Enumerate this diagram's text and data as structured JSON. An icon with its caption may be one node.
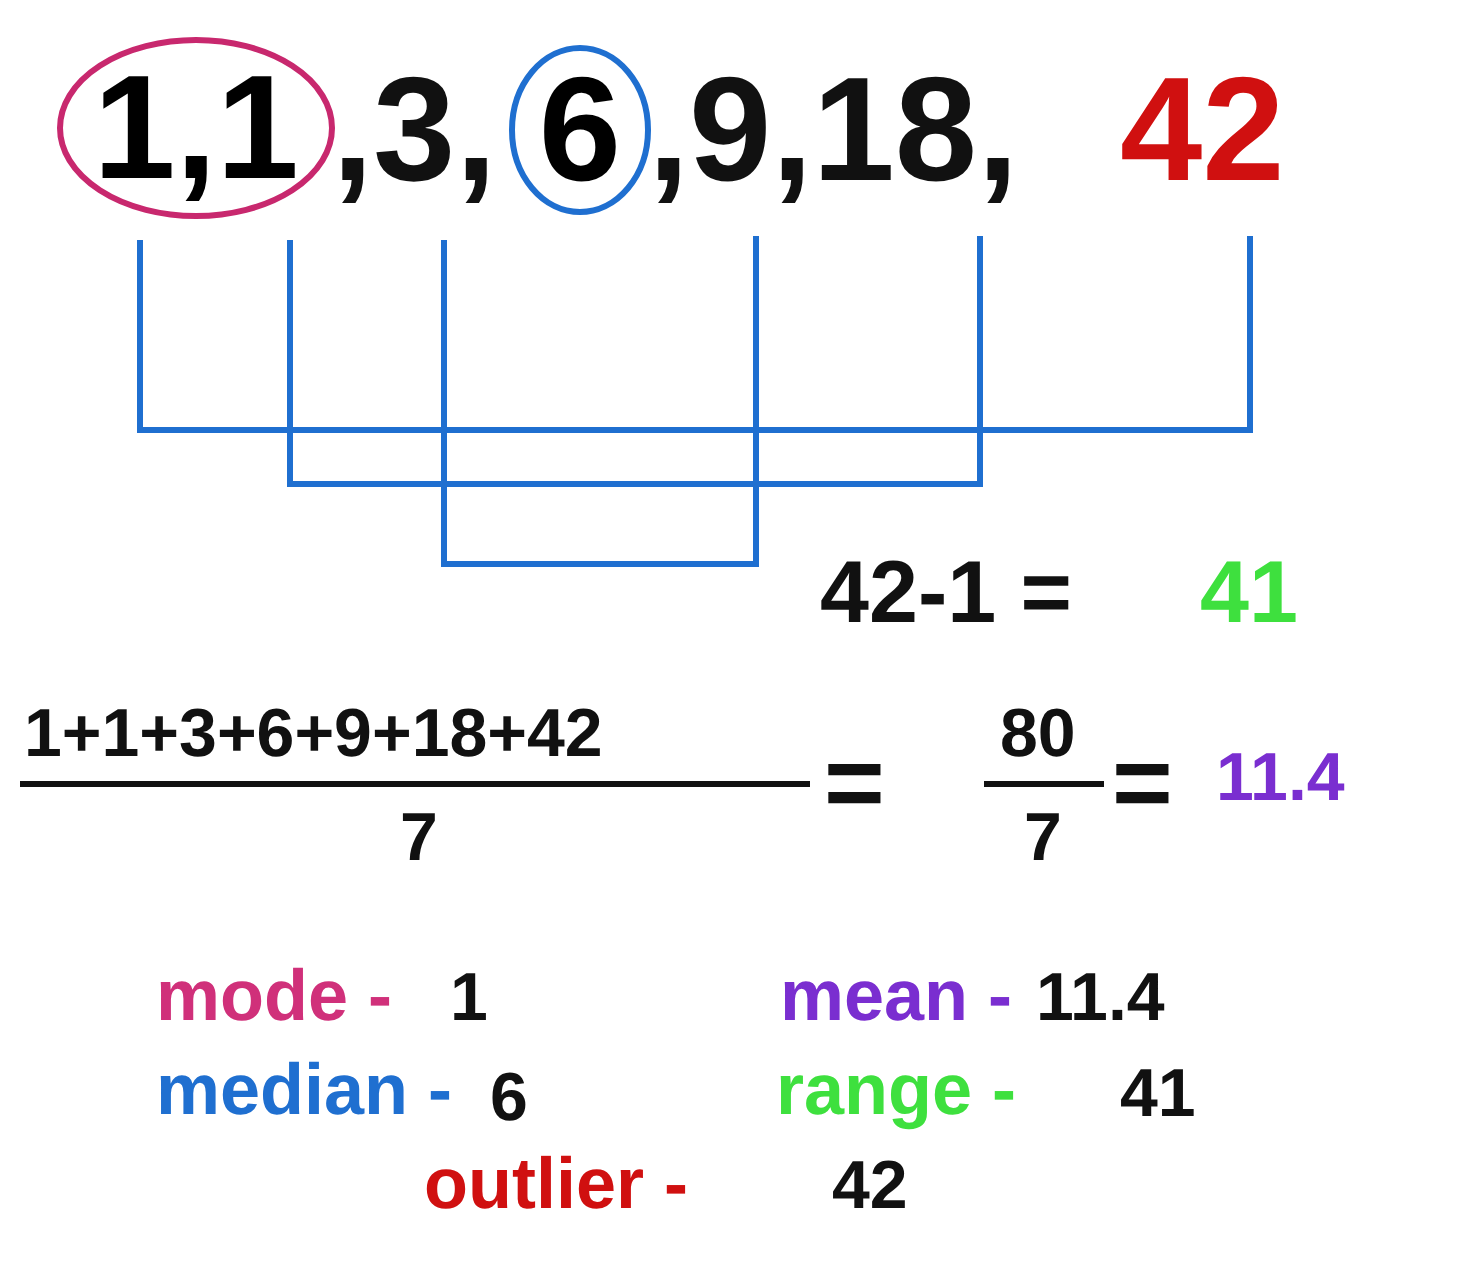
{
  "diagram": {
    "nodes": [
      {
        "text": [
          "1,1"
        ]
      },
      {
        "text": [
          "6"
        ]
      }
    ],
    "labels": [
      ",3,",
      ",9,18,",
      "42",
      "42-1 =",
      "41",
      "1+1+3+6+9+18+42",
      "7",
      "=",
      "80",
      "7",
      "=",
      "11.4",
      "mode -",
      "1",
      "mean -",
      "11.4",
      "median -",
      "6",
      "range -",
      "41",
      "outlier -",
      "42"
    ]
  }
}
